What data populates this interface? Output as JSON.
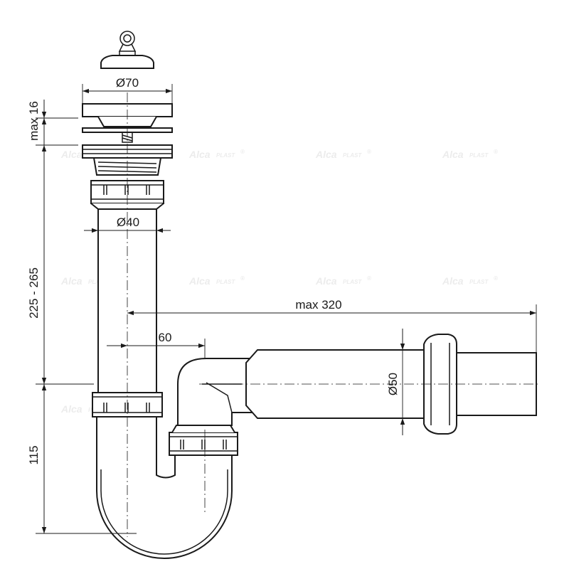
{
  "dimensions": {
    "d70": "Ø70",
    "d40": "Ø40",
    "d50": "Ø50",
    "max16": "max 16",
    "h225_265": "225 - 265",
    "h115": "115",
    "max320": "max 320",
    "off60": "60"
  },
  "watermark": {
    "brand": "Alca",
    "suffix": "PLAST",
    "mark": "®"
  },
  "colors": {
    "line": "#1a1a1a",
    "watermark": "#ececec",
    "background": "#ffffff"
  }
}
